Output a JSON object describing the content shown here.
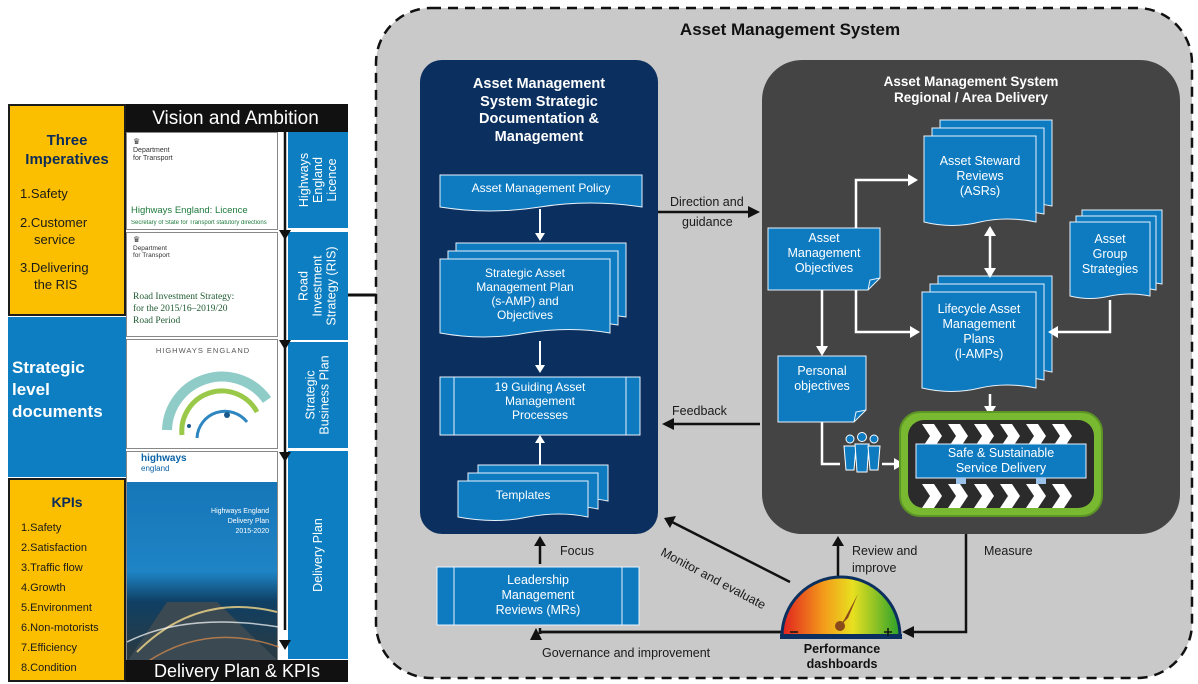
{
  "left": {
    "vision_header": "Vision and Ambition",
    "footer_header": "Delivery Plan & KPIs",
    "imperatives": {
      "title_line1": "Three",
      "title_line2": "Imperatives",
      "items": [
        "1.Safety",
        "2.Customer",
        "service",
        "3.Delivering",
        "the RIS"
      ]
    },
    "strategic": {
      "line1": "Strategic",
      "line2": "level",
      "line3": "documents"
    },
    "kpis": {
      "title": "KPIs",
      "items": [
        "1.Safety",
        "2.Satisfaction",
        "3.Traffic flow",
        "4.Growth",
        "5.Environment",
        "6.Non-motorists",
        "7.Efficiency",
        "8.Condition"
      ]
    },
    "docs": {
      "licence": {
        "dept1": "Department",
        "dept2": "for Transport",
        "title": "Highways England: Licence",
        "subtitle": "Secretary of State for Transport statutory directions",
        "side_line1": "Highways",
        "side_line2": "England",
        "side_line3": "Licence"
      },
      "ris": {
        "dept1": "Department",
        "dept2": "for Transport",
        "title1": "Road Investment Strategy:",
        "title2": "for the 2015/16–2019/20",
        "title3": "Road Period",
        "side_line1": "Road",
        "side_line2": "Investment",
        "side_line3": "Strategy (RIS)"
      },
      "business": {
        "header": "HIGHWAYS ENGLAND",
        "side_line1": "Strategic",
        "side_line2": "Business Plan"
      },
      "delivery": {
        "logo1": "highways",
        "logo2": "england",
        "t1": "Highways England",
        "t2": "Delivery Plan",
        "t3": "2015-2020",
        "side": "Delivery Plan"
      }
    }
  },
  "main": {
    "title": "Asset Management System",
    "strategic_panel": {
      "title_line1": "Asset Management",
      "title_line2": "System Strategic",
      "title_line3": "Documentation &",
      "title_line4": "Management",
      "policy": "Asset Management Policy",
      "samp_line1": "Strategic Asset",
      "samp_line2": "Management Plan",
      "samp_line3": "(s-AMP) and",
      "samp_line4": "Objectives",
      "gap_line1": "19 Guiding Asset",
      "gap_line2": "Management",
      "gap_line3": "Processes",
      "templates": "Templates"
    },
    "regional_panel": {
      "title_line1": "Asset Management System",
      "title_line2": "Regional / Area  Delivery",
      "asr_line1": "Asset Steward",
      "asr_line2": "Reviews",
      "asr_line3": "(ASRs)",
      "amo_line1": "Asset",
      "amo_line2": "Management",
      "amo_line3": "Objectives",
      "ags_line1": "Asset",
      "ags_line2": "Group",
      "ags_line3": "Strategies",
      "lamp_line1": "Lifecycle Asset",
      "lamp_line2": "Management",
      "lamp_line3": "Plans",
      "lamp_line4": "(l-AMPs)",
      "personal_line1": "Personal",
      "personal_line2": "objectives",
      "service_line1": "Safe & Sustainable",
      "service_line2": "Service Delivery"
    },
    "leadership_line1": "Leadership",
    "leadership_line2": "Management",
    "leadership_line3": "Reviews (MRs)",
    "labels": {
      "direction_line1": "Direction and",
      "direction_line2": "guidance",
      "feedback": "Feedback",
      "focus": "Focus",
      "monitor": "Monitor and evaluate",
      "review_line1": "Review and",
      "review_line2": "improve",
      "measure": "Measure",
      "governance": "Governance and improvement",
      "dash_line1": "Performance",
      "dash_line2": "dashboards"
    }
  },
  "colors": {
    "imperative_yellow": "#fcbf00",
    "strategic_blue": "#0c7ec1",
    "navy_panel": "#0b2f5e",
    "dark_panel": "#444444",
    "box_blue": "#0e7bc1",
    "ams_background": "#c9c9c9",
    "green_accent": "#79b831"
  }
}
